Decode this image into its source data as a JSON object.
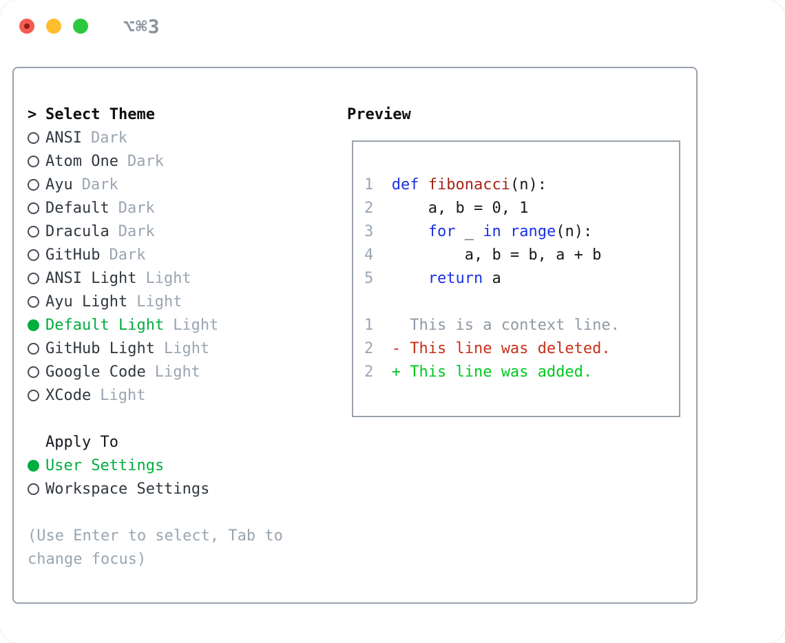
{
  "window": {
    "title": "⌥⌘3",
    "traffic_lights": [
      {
        "name": "close",
        "color": "#f45c52"
      },
      {
        "name": "minimize",
        "color": "#fdbd2e"
      },
      {
        "name": "zoom",
        "color": "#2dc83e"
      }
    ]
  },
  "colors": {
    "accent_green": "#00ad3f",
    "added_green": "#00c71f",
    "deleted_red": "#c7301b",
    "keyword_blue": "#1b30e3",
    "function_red": "#a42517",
    "muted_gray": "#9aa5b0",
    "border_gray": "#99a1ac"
  },
  "theme_picker": {
    "cursor": ">",
    "heading": "Select Theme",
    "themes": [
      {
        "name": "ANSI",
        "variant": "Dark",
        "selected": false
      },
      {
        "name": "Atom One",
        "variant": "Dark",
        "selected": false
      },
      {
        "name": "Ayu",
        "variant": "Dark",
        "selected": false
      },
      {
        "name": "Default",
        "variant": "Dark",
        "selected": false
      },
      {
        "name": "Dracula",
        "variant": "Dark",
        "selected": false
      },
      {
        "name": "GitHub",
        "variant": "Dark",
        "selected": false
      },
      {
        "name": "ANSI Light",
        "variant": "Light",
        "selected": false
      },
      {
        "name": "Ayu Light",
        "variant": "Light",
        "selected": false
      },
      {
        "name": "Default Light",
        "variant": "Light",
        "selected": true
      },
      {
        "name": "GitHub Light",
        "variant": "Light",
        "selected": false
      },
      {
        "name": "Google Code",
        "variant": "Light",
        "selected": false
      },
      {
        "name": "XCode",
        "variant": "Light",
        "selected": false
      }
    ],
    "apply_to": {
      "heading": "Apply To",
      "options": [
        {
          "label": "User Settings",
          "selected": true
        },
        {
          "label": "Workspace Settings",
          "selected": false
        }
      ]
    },
    "hint_lines": [
      "(Use Enter to select, Tab to",
      "change focus)"
    ]
  },
  "preview": {
    "heading": "Preview",
    "lines": [
      {
        "segments": [
          {
            "t": "1  ",
            "c": "linenum"
          },
          {
            "t": "def",
            "c": "keyword"
          },
          {
            "t": " ",
            "c": "plain"
          },
          {
            "t": "fibonacci",
            "c": "function"
          },
          {
            "t": "(n):",
            "c": "plain"
          }
        ]
      },
      {
        "segments": [
          {
            "t": "2  ",
            "c": "linenum"
          },
          {
            "t": "    a, b = 0, 1",
            "c": "plain"
          }
        ]
      },
      {
        "segments": [
          {
            "t": "3  ",
            "c": "linenum"
          },
          {
            "t": "    ",
            "c": "plain"
          },
          {
            "t": "for",
            "c": "keyword"
          },
          {
            "t": " _ ",
            "c": "plain"
          },
          {
            "t": "in",
            "c": "keyword"
          },
          {
            "t": " ",
            "c": "plain"
          },
          {
            "t": "range",
            "c": "keyword"
          },
          {
            "t": "(n):",
            "c": "plain"
          }
        ]
      },
      {
        "segments": [
          {
            "t": "4  ",
            "c": "linenum"
          },
          {
            "t": "        a, b = b, a + b",
            "c": "plain"
          }
        ]
      },
      {
        "segments": [
          {
            "t": "5  ",
            "c": "linenum"
          },
          {
            "t": "    ",
            "c": "plain"
          },
          {
            "t": "return",
            "c": "keyword"
          },
          {
            "t": " a",
            "c": "plain"
          }
        ]
      },
      {
        "segments": []
      },
      {
        "segments": [
          {
            "t": "1  ",
            "c": "linenum"
          },
          {
            "t": "  This is a context line.",
            "c": "context"
          }
        ]
      },
      {
        "segments": [
          {
            "t": "2  ",
            "c": "linenum"
          },
          {
            "t": "- This line was deleted.",
            "c": "deleted"
          }
        ]
      },
      {
        "segments": [
          {
            "t": "2  ",
            "c": "linenum"
          },
          {
            "t": "+ This line was added.",
            "c": "added"
          }
        ]
      }
    ]
  }
}
